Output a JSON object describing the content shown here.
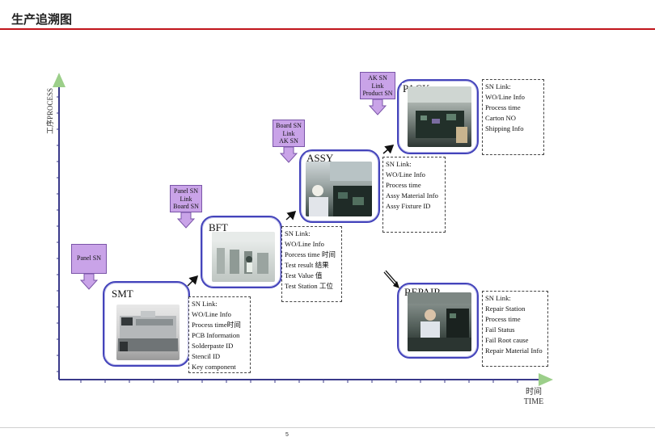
{
  "header": {
    "title": "生产追溯图"
  },
  "footer": {
    "page_number": "5"
  },
  "axes": {
    "y_label": "工序PROCESS",
    "x_label_cn": "时间",
    "x_label_en": "TIME"
  },
  "stages": {
    "smt": {
      "title": "SMT",
      "callout": [
        "Panel SN"
      ],
      "info": [
        "SN Link:",
        "WO/Line Info",
        "Process time时间",
        "PCB Information",
        "Solderpaste ID",
        "Stencil ID",
        "Key component"
      ]
    },
    "bft": {
      "title": "BFT",
      "callout": [
        "Panel SN",
        "Link",
        "Board SN"
      ],
      "info": [
        "SN Link:",
        "WO/Line Info",
        "Porcess time 时间",
        "Test result 结果",
        "Test Value 值",
        "Test Station 工位"
      ]
    },
    "assy": {
      "title": "ASSY",
      "callout": [
        "Board SN",
        "Link",
        "AK SN"
      ],
      "info": [
        "SN Link:",
        "WO/Line Info",
        "Process time",
        "Assy Material Info",
        "Assy Fixture ID"
      ]
    },
    "pack": {
      "title": "PACK",
      "callout": [
        "AK SN",
        "Link",
        "Product SN"
      ],
      "info": [
        "SN Link:",
        "WO/Line Info",
        "Process time",
        "Carton NO",
        "Shipping Info"
      ]
    },
    "repair": {
      "title": "REPAIR",
      "info": [
        "SN Link:",
        "Repair Station",
        "Process time",
        "Fail Status",
        "Fail Root cause",
        "Repair Material Info"
      ]
    }
  }
}
